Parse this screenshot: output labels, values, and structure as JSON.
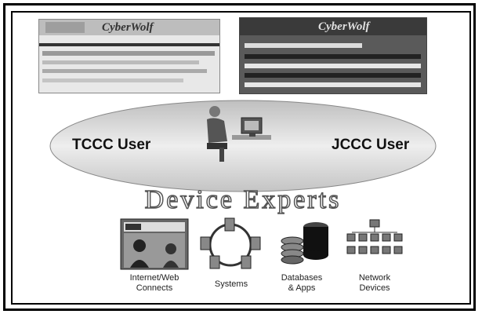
{
  "screens": {
    "left_banner": "CyberWolf",
    "right_banner": "CyberWolf"
  },
  "ellipse": {
    "left_user": "TCCC User",
    "right_user": "JCCC User"
  },
  "headline": "Device Experts",
  "devices": [
    {
      "icon": "internet-web-connect-icon",
      "line1": "Internet/Web",
      "line2": "Connects"
    },
    {
      "icon": "systems-ring-icon",
      "line1": "Systems",
      "line2": ""
    },
    {
      "icon": "database-icon",
      "line1": "Databases",
      "line2": "& Apps"
    },
    {
      "icon": "network-tree-icon",
      "line1": "Network",
      "line2": "Devices"
    }
  ],
  "colors": {
    "ellipse_fill": "#d9d9d9",
    "headline_fill": "#ffffff",
    "headline_stroke": "#555555",
    "banner_dark": "#2b2b2b",
    "banner_light": "#bdbdbd"
  }
}
